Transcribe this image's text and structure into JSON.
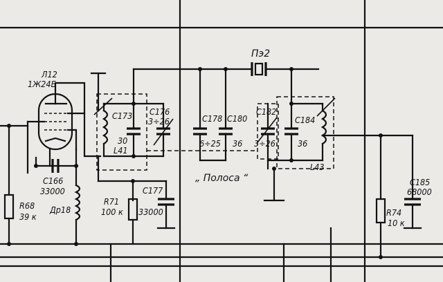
{
  "tube": {
    "ref": "Л12",
    "type": "1Ж24Б"
  },
  "crystal": {
    "ref": "Пэ2"
  },
  "filter_band_label": "„ Полоса “",
  "components": {
    "c173": {
      "ref": "С173",
      "value": "30"
    },
    "l41": {
      "ref": "L41"
    },
    "c176": {
      "ref": "С176",
      "value": "3÷26"
    },
    "c178": {
      "ref": "С178",
      "value": "6÷25"
    },
    "c180": {
      "ref": "С180",
      "value": "36"
    },
    "c182": {
      "ref": "С182",
      "value": "3÷26"
    },
    "c184": {
      "ref": "С184",
      "value": "36"
    },
    "l43": {
      "ref": "L43"
    },
    "c166": {
      "ref": "С166",
      "value": "33000"
    },
    "dr18": {
      "ref": "Др18"
    },
    "r68": {
      "ref": "R68",
      "value": "39 к"
    },
    "r71": {
      "ref": "R71",
      "value": "100 к"
    },
    "c177": {
      "ref": "С177",
      "value": "33000"
    },
    "r74": {
      "ref": "R74",
      "value": "10 к"
    },
    "c185": {
      "ref": "С185",
      "value": "68000"
    }
  }
}
